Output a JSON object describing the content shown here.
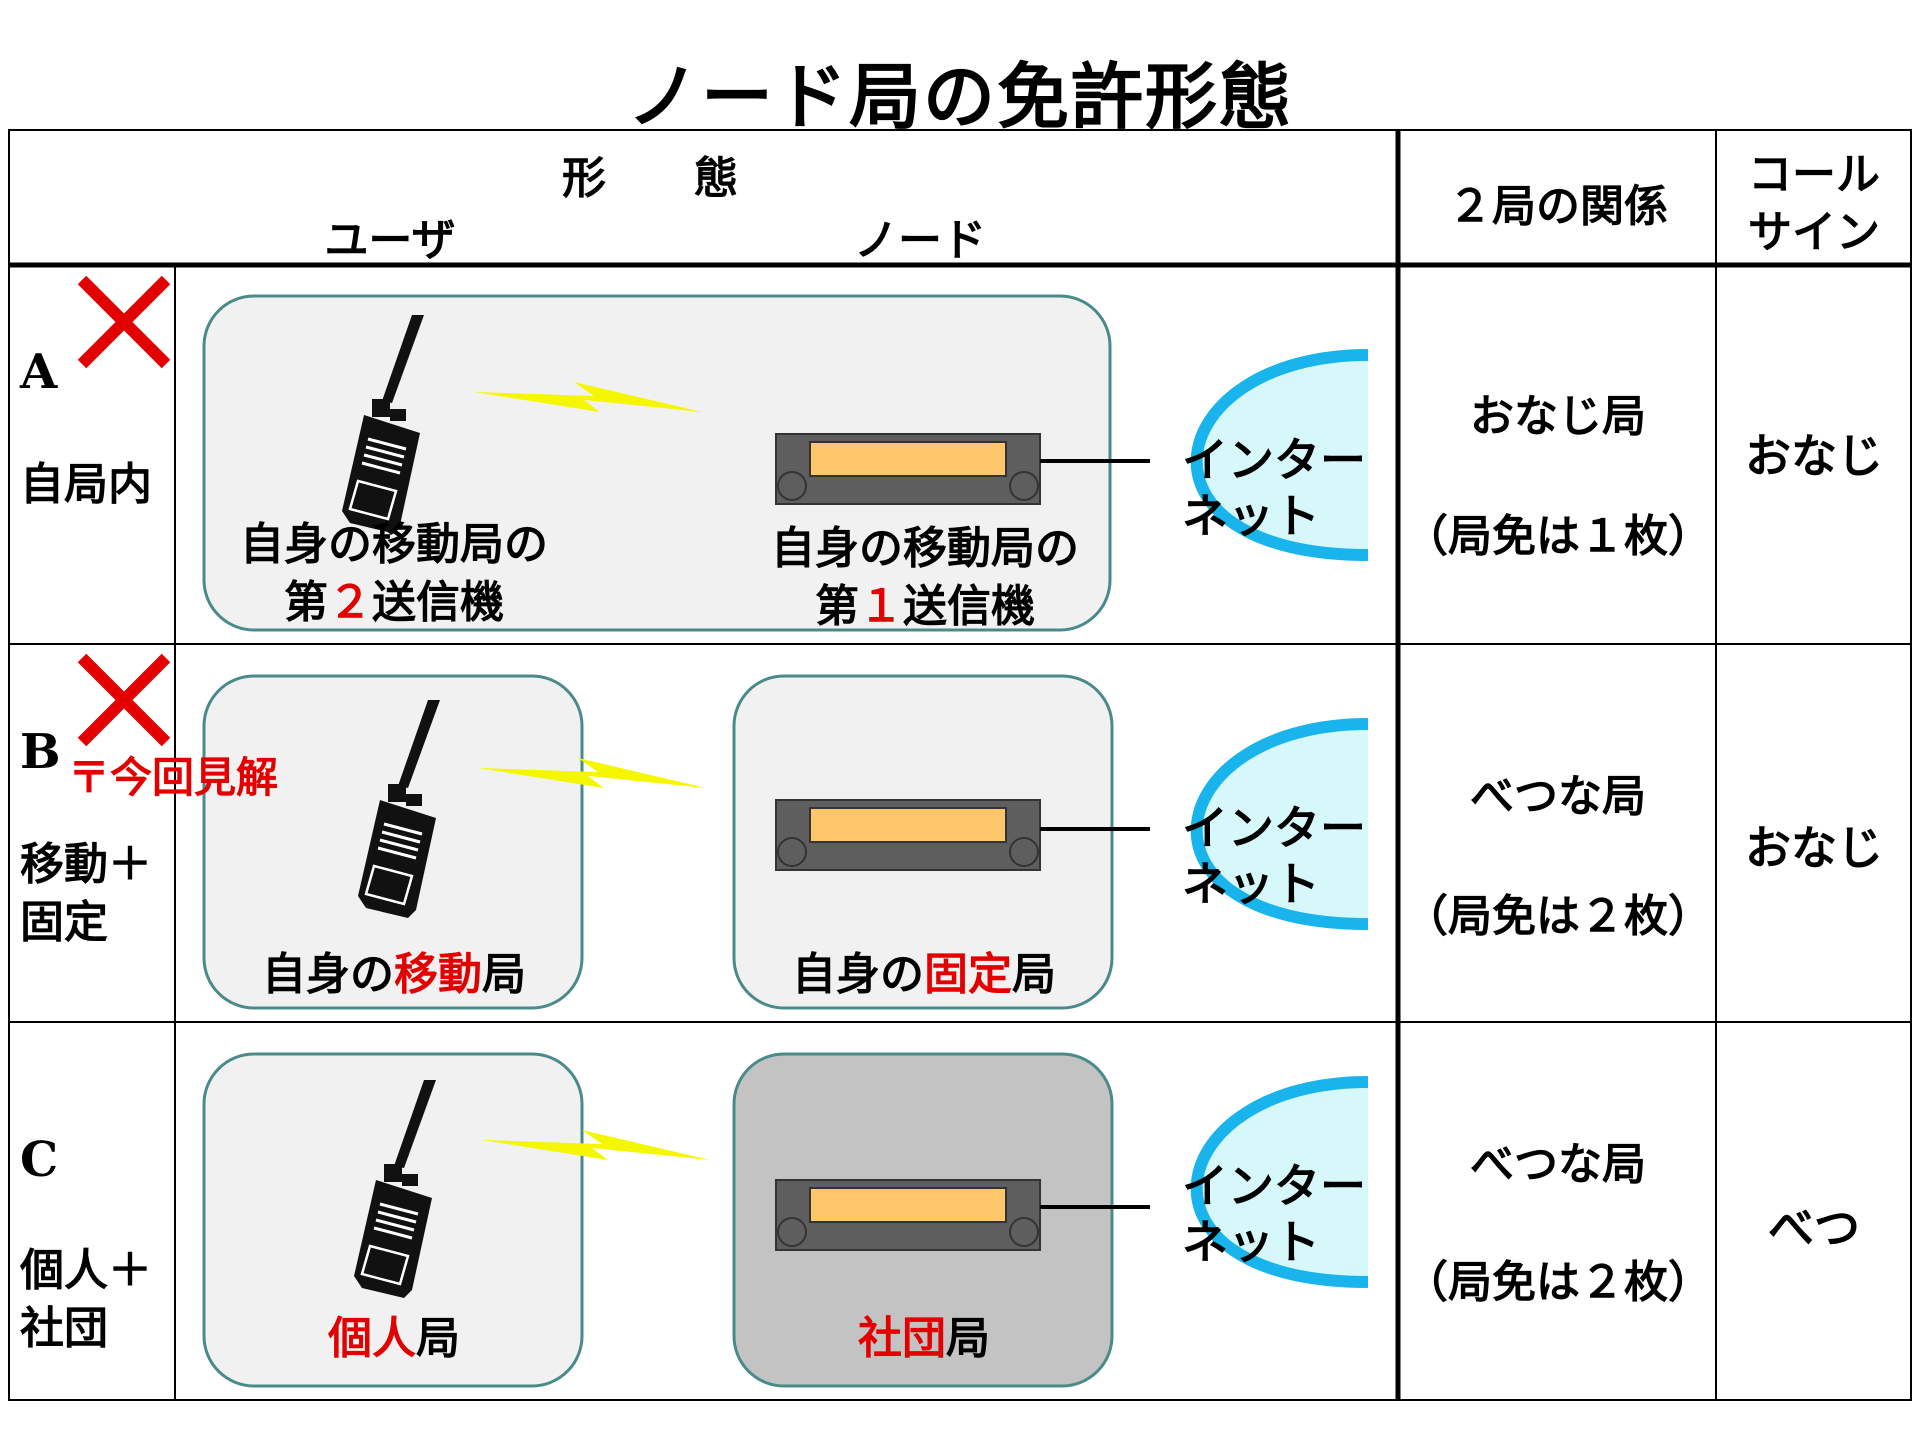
{
  "title": "ノード局の免許形態",
  "header": {
    "form": "形　　態",
    "user": "ユーザ",
    "node": "ノード",
    "relation": "２局の関係",
    "callsign_line1": "コール",
    "callsign_line2": "サイン"
  },
  "internet_line1": "インター",
  "internet_line2": "ネット",
  "rows": [
    {
      "letter": "A",
      "desc_line1": "自局内",
      "desc_line2": "",
      "status_icon": "cross-mark",
      "user_label_1a": "自身の移動局の",
      "user_label_2a": "第",
      "user_label_2b": "２",
      "user_label_2c": "送信機",
      "node_label_1a": "自身の移動局の",
      "node_label_2a": "第",
      "node_label_2b": "１",
      "node_label_2c": "送信機",
      "relation": "おなじ局",
      "license": "（局免は１枚）",
      "callsign": "おなじ"
    },
    {
      "letter": "B",
      "desc_line1": "移動＋",
      "desc_line2": "固定",
      "status_icon": "cross-mark",
      "note": "〒今回見解",
      "user_label_a": "自身の",
      "user_label_b": "移動",
      "user_label_c": "局",
      "node_label_a": "自身の",
      "node_label_b": "固定",
      "node_label_c": "局",
      "relation": "べつな局",
      "license": "（局免は２枚）",
      "callsign": "おなじ"
    },
    {
      "letter": "C",
      "desc_line1": "個人＋",
      "desc_line2": "社団",
      "user_label_b": "個人",
      "user_label_c": "局",
      "node_label_b": "社団",
      "node_label_c": "局",
      "relation": "べつな局",
      "license": "（局免は２枚）",
      "callsign": "べつ"
    }
  ],
  "colors": {
    "accent_red": "#e30000",
    "panel": "#f1f1f1",
    "panel_dark": "#c3c3c3",
    "panel_border": "#4b8a8a",
    "cloud_fill": "#d7f8fb",
    "cloud_stroke": "#19b4ec",
    "lightning": "#f5f700",
    "display": "#ffc66a"
  }
}
